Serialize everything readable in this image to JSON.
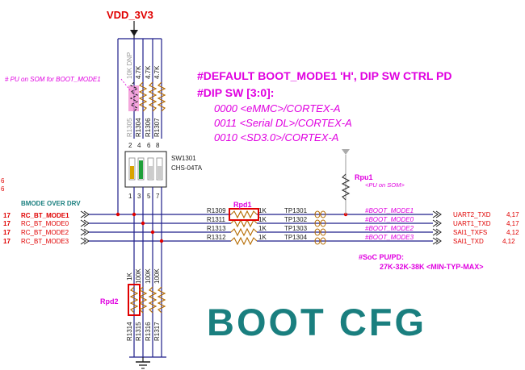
{
  "power": {
    "net": "VDD_3V3"
  },
  "notes": {
    "pu_on_som": "# PU on SOM for BOOT_MODE1",
    "default_line": "#DEFAULT BOOT_MODE1 'H', DIP SW CTRL PD",
    "dipsw_title": "#DIP SW [3:0]:",
    "dipsw_options": [
      "0000 <eMMC>/CORTEX-A",
      "0011 <Serial DL>/CORTEX-A",
      "0010 <SD3.0>/CORTEX-A"
    ],
    "soc_pupd": "#SoC PU/PD:",
    "soc_values": "27K-32K-38K <MIN-TYP-MAX>",
    "bmode_over_drv": "BMODE OVER DRV",
    "board_title": "BOOT CFG"
  },
  "top_resistors": [
    {
      "ref": "R1305",
      "value": "10K DNP"
    },
    {
      "ref": "R1304",
      "value": "4.7K"
    },
    {
      "ref": "R1306",
      "value": "4.7K"
    },
    {
      "ref": "R1307",
      "value": "4.7K"
    }
  ],
  "switch": {
    "ref": "SW1301",
    "part": "CHS-04TA",
    "top_pins": [
      "2",
      "4",
      "6",
      "8"
    ],
    "bottom_pins": [
      "1",
      "3",
      "5",
      "7"
    ]
  },
  "rpu1": {
    "ref": "Rpu1",
    "note": "<PU on SOM>"
  },
  "rpd1_label": "Rpd1",
  "rpd2_label": "Rpd2",
  "signals": [
    {
      "page": "17",
      "name": "RC_BT_MODE1",
      "res_ref": "R1309",
      "res_val": "1K",
      "tp": "TP1301",
      "net": "#BOOT_MODE1",
      "dest": "UART2_TXD",
      "dest_pages": "4,17"
    },
    {
      "page": "17",
      "name": "RC_BT_MODE0",
      "res_ref": "R1311",
      "res_val": "1K",
      "tp": "TP1302",
      "net": "#BOOT_MODE0",
      "dest": "UART1_TXD",
      "dest_pages": "4,17"
    },
    {
      "page": "17",
      "name": "RC_BT_MODE2",
      "res_ref": "R1313",
      "res_val": "1K",
      "tp": "TP1303",
      "net": "#BOOT_MODE2",
      "dest": "SAI1_TXFS",
      "dest_pages": "4,12"
    },
    {
      "page": "17",
      "name": "RC_BT_MODE3",
      "res_ref": "R1312",
      "res_val": "1K",
      "tp": "TP1304",
      "net": "#BOOT_MODE3",
      "dest": "SAI1_TXD",
      "dest_pages": "4,12"
    }
  ],
  "left_edge_numbers": [
    "6",
    "6"
  ],
  "bottom_resistors": [
    {
      "ref": "R1314",
      "value": "1K"
    },
    {
      "ref": "R1315",
      "value": "100K"
    },
    {
      "ref": "R1316",
      "value": "100K"
    },
    {
      "ref": "R1317",
      "value": "100K"
    }
  ],
  "colors": {
    "wire": "#1f1f8a",
    "ref_text": "#1a1a1a",
    "red": "#e00000",
    "magenta": "#e000e0",
    "teal": "#1a7f7f",
    "highlight": "#ff4040",
    "pink": "#f08ad0"
  }
}
